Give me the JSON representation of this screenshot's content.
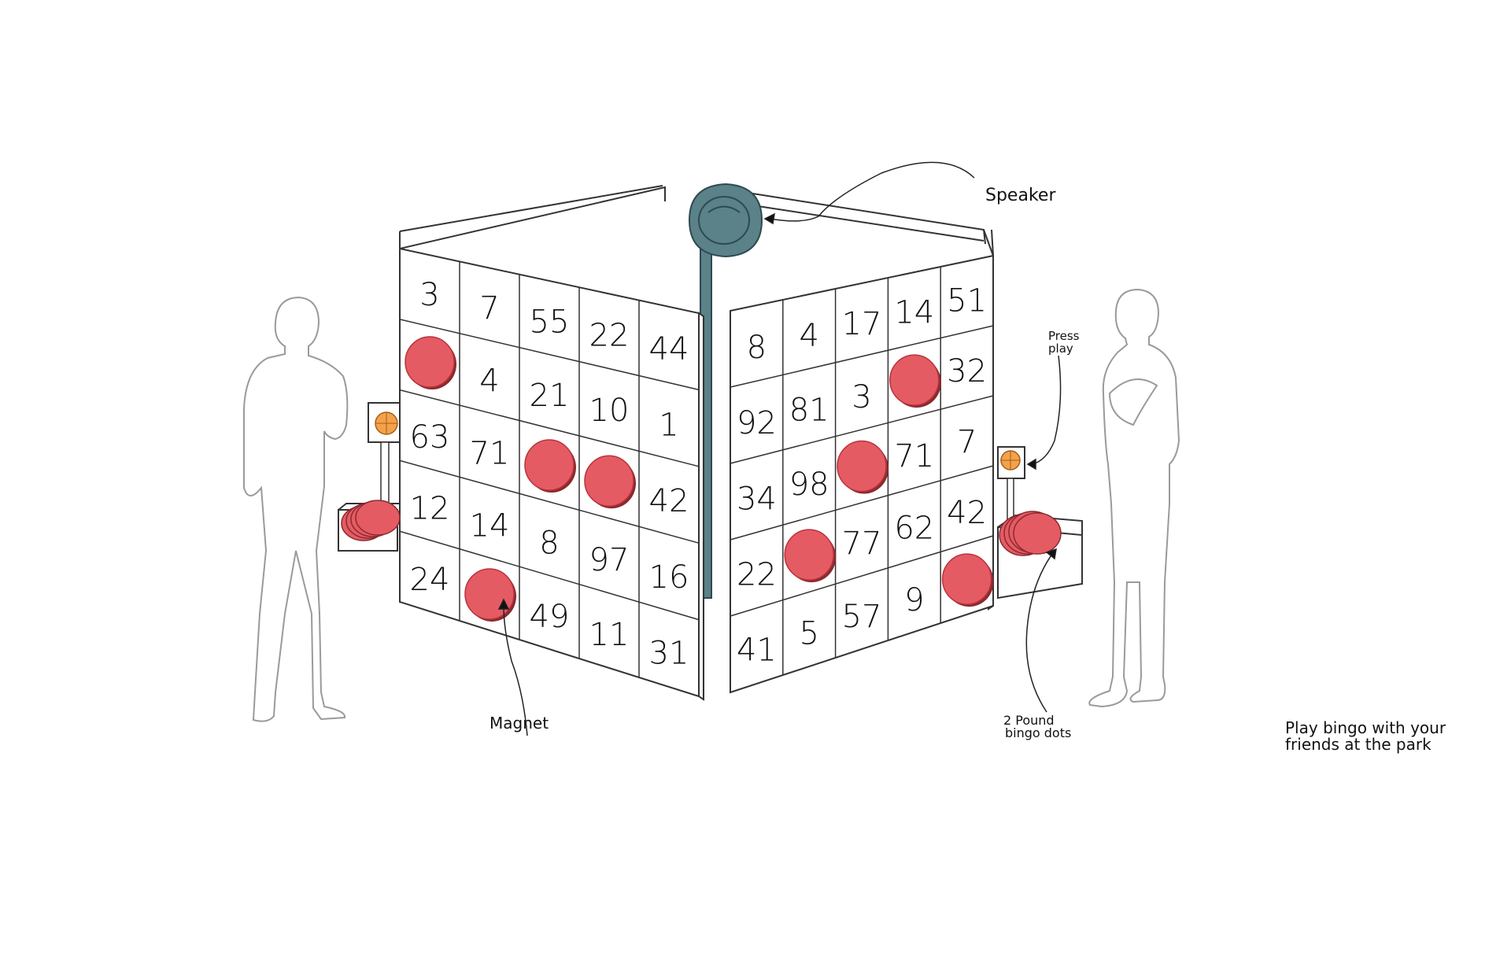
{
  "colors": {
    "dot": "#e55b63",
    "dot_edge": "#b9323c",
    "speaker": "#5b8189",
    "ball": "#f4a24a",
    "line": "#333333",
    "figure": "#9a9a9a"
  },
  "labels": {
    "speaker": "Speaker",
    "magnet": "Magnet",
    "press_play_1": "Press",
    "press_play_2": "play",
    "bingo_dots_1": "2 Pound",
    "bingo_dots_2": "bingo dots",
    "caption_1": "Play bingo with your",
    "caption_2": "friends at the park"
  },
  "left_board": {
    "numbers": [
      [
        "3",
        "7",
        "55",
        "22",
        "44"
      ],
      [
        "",
        "4",
        "21",
        "10",
        "1"
      ],
      [
        "63",
        "71",
        "",
        "",
        "42"
      ],
      [
        "12",
        "14",
        "8",
        "97",
        "16"
      ],
      [
        "24",
        "",
        "49",
        "11",
        "31"
      ]
    ],
    "dots": [
      [
        1,
        0
      ],
      [
        2,
        2
      ],
      [
        2,
        3
      ],
      [
        4,
        1
      ]
    ]
  },
  "right_board": {
    "numbers": [
      [
        "8",
        "4",
        "17",
        "14",
        "51"
      ],
      [
        "92",
        "81",
        "3",
        "",
        "32"
      ],
      [
        "34",
        "98",
        "",
        "71",
        "7"
      ],
      [
        "22",
        "",
        "77",
        "62",
        "42"
      ],
      [
        "41",
        "5",
        "57",
        "9",
        ""
      ]
    ],
    "dots": [
      [
        1,
        3
      ],
      [
        2,
        2
      ],
      [
        3,
        1
      ],
      [
        4,
        4
      ]
    ]
  },
  "icons": {
    "speaker": "speaker-icon",
    "play_button_left": "basketball-play-button-icon",
    "play_button_right": "basketball-play-button-icon"
  }
}
